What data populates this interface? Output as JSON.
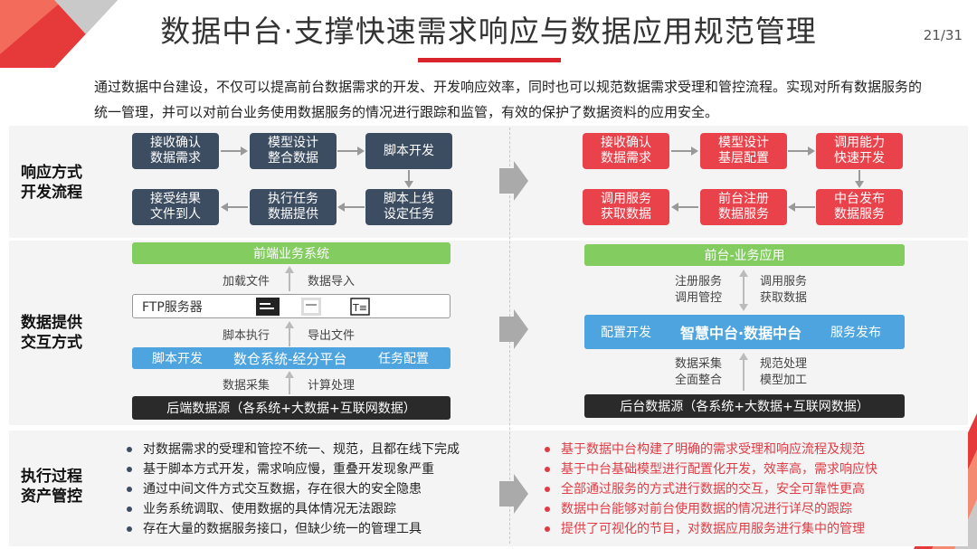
{
  "title": "数据中台·支撑快速需求响应与数据应用规范管理",
  "page_number": "21/31",
  "intro": "通过数据中台建设，不仅可以提高前台数据需求的开发、开发响应效率，同时也可以规范数据需求受理和管控流程。实现对所有数据服务的统一管理，并可以对前台业务使用数据服务的情况进行跟踪和监管，有效的保护了数据资料的应用安全。",
  "rows": {
    "flow_label": "响应方式\n开发流程",
    "interaction_label": "数据提供\n交互方式",
    "asset_label": "执行过程\n资产管控"
  },
  "flow_left": [
    "接收确认\n数据需求",
    "模型设计\n整合数据",
    "脚本开发",
    "接受结果\n文件到人",
    "执行任务\n数据提供",
    "脚本上线\n设定任务"
  ],
  "flow_right": [
    "接收确认\n数据需求",
    "模型设计\n基层配置",
    "调用能力\n快速开发",
    "调用服务\n获取数据",
    "前台注册\n数据服务",
    "中台发布\n数据服务"
  ],
  "arch_left": {
    "front": "前端业务系统",
    "load_file": "加载文件",
    "data_import": "数据导入",
    "ftp": "FTP服务器",
    "script_exec": "脚本执行",
    "export_file": "导出文件",
    "script_dev": "脚本开发",
    "warehouse": "数仓系统-经分平台",
    "task_config": "任务配置",
    "collect": "数据采集",
    "compute": "计算处理",
    "backend": "后端数据源（各系统+大数据+互联网数据）"
  },
  "arch_right": {
    "front": "前台-业务应用",
    "register": "注册服务\n调用管控",
    "invoke": "调用服务\n获取数据",
    "config_dev": "配置开发",
    "middle": "智慧中台·数据中台",
    "publish": "服务发布",
    "collect": "数据采集\n全面整合",
    "process": "规范处理\n模型加工",
    "backend": "后台数据源（各系统+大数据+互联网数据）"
  },
  "bullets_left": [
    "对数据需求的受理和管控不统一、规范，且都在线下完成",
    "基于脚本方式开发，需求响应慢，重叠开发现象严重",
    "通过中间文件方式交互数据，存在很大的安全隐患",
    "业务系统调取、使用数据的具体情况无法跟踪",
    "存在大量的数据服务接口，但缺少统一的管理工具"
  ],
  "bullets_right": [
    "基于数据中台构建了明确的需求受理和响应流程及规范",
    "基于中台基础模型进行配置化开发，效率高，需求响应快",
    "全部通过服务的方式进行数据的交互，安全可靠性更高",
    "数据中台能够对前台使用数据的情况进行详尽的跟踪",
    "提供了可视化的节目，对数据应用服务进行集中的管理"
  ],
  "colors": {
    "accent_red": "#d9232d",
    "dark_box": "#3d4d61",
    "red_box": "#e9424b",
    "green": "#83cc5f",
    "blue": "#4da4de"
  }
}
